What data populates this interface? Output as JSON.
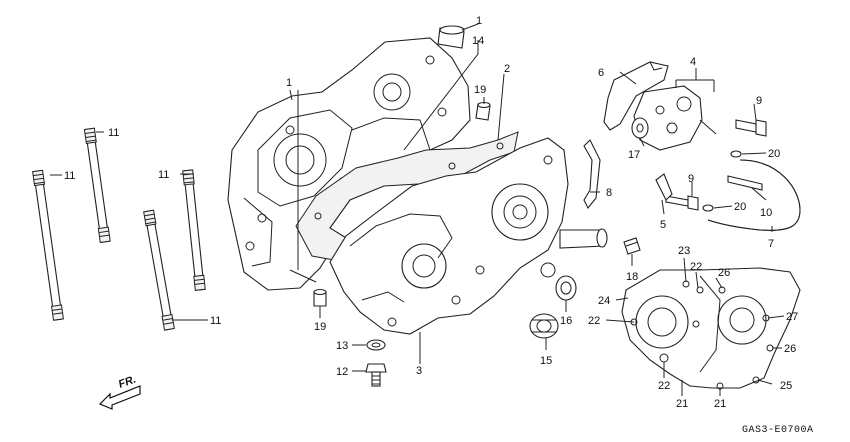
{
  "labels": {
    "l1a": "1",
    "l14": "14",
    "l1b": "1",
    "l2": "2",
    "l19a": "19",
    "l4": "4",
    "l6": "6",
    "l9a": "9",
    "l17": "17",
    "l20a": "20",
    "l8": "8",
    "l9b": "9",
    "l20b": "20",
    "l10": "10",
    "l5": "5",
    "l7": "7",
    "l18": "18",
    "l11a": "11",
    "l11b": "11",
    "l11c": "11",
    "l11d": "11",
    "l19b": "19",
    "l13": "13",
    "l12": "12",
    "l3": "3",
    "l16": "16",
    "l15": "15",
    "l23": "23",
    "l22a": "22",
    "l26a": "26",
    "l24": "24",
    "l22b": "22",
    "l27": "27",
    "l26b": "26",
    "l22c": "22",
    "l25": "25",
    "l21a": "21",
    "l21b": "21"
  },
  "direction_label": "FR.",
  "diagram_code": "GAS3-E0700A"
}
